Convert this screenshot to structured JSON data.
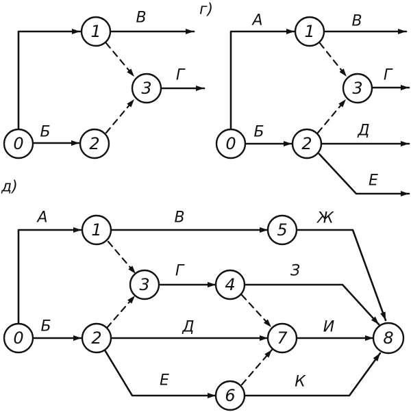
{
  "panels": [
    {
      "tag": "",
      "edge_labels": [
        "В",
        "Б",
        "Г"
      ],
      "nodes": [
        "0",
        "1",
        "2",
        "3"
      ]
    },
    {
      "tag": "г)",
      "edge_labels": [
        "А",
        "В",
        "Б",
        "Г",
        "Д",
        "Е"
      ],
      "nodes": [
        "0",
        "1",
        "2",
        "3"
      ]
    },
    {
      "tag": "д)",
      "edge_labels": [
        "А",
        "Б",
        "В",
        "Ж",
        "Г",
        "З",
        "Д",
        "И",
        "Е",
        "К"
      ],
      "nodes": [
        "0",
        "1",
        "2",
        "3",
        "4",
        "5",
        "6",
        "7",
        "8"
      ]
    }
  ]
}
